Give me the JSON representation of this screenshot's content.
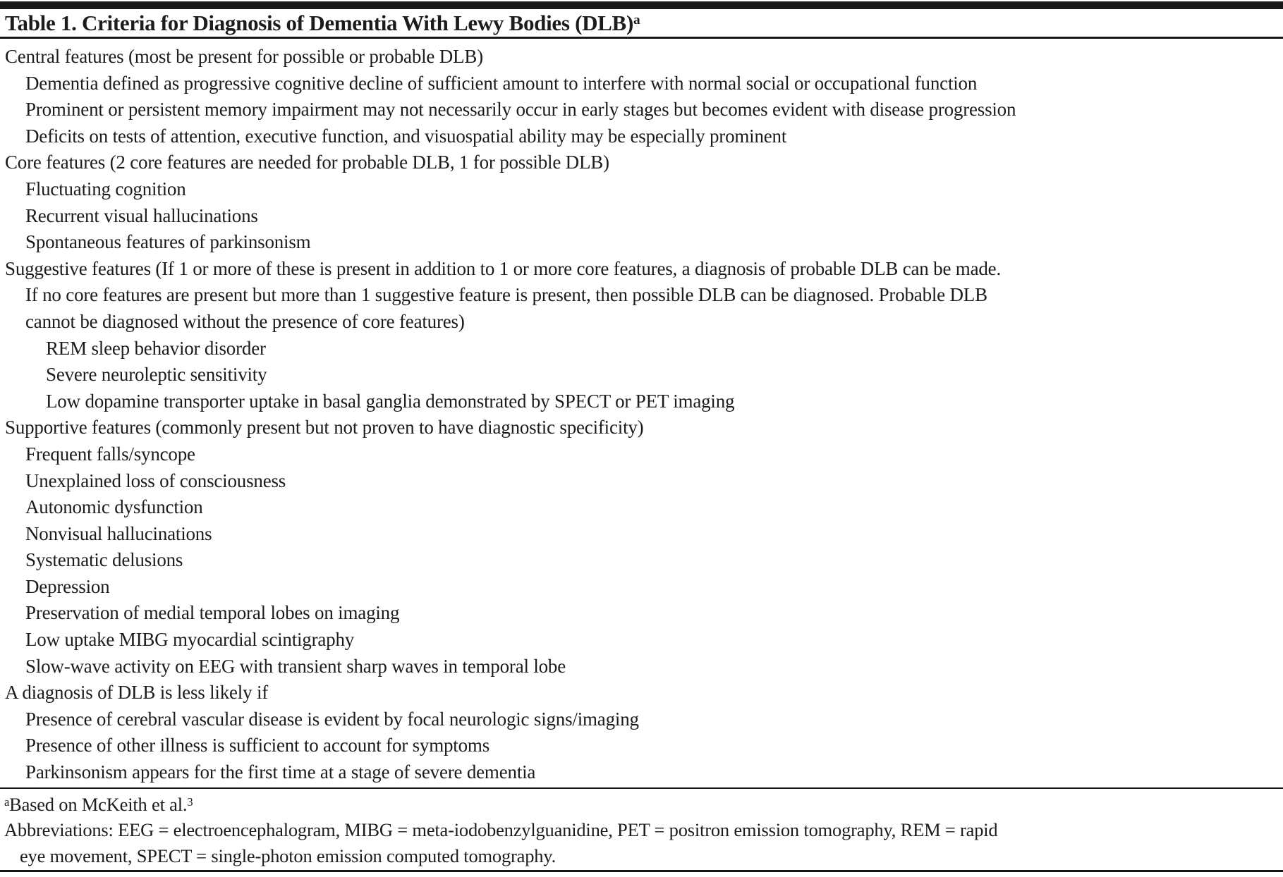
{
  "table": {
    "title": "Table 1. Criteria for Diagnosis of Dementia With Lewy Bodies (DLB)",
    "title_superscript": "a",
    "rows": [
      {
        "indent": 0,
        "text": "Central features (most be present for possible or probable DLB)"
      },
      {
        "indent": 1,
        "text": "Dementia defined as progressive cognitive decline of sufficient amount to interfere with normal social or occupational function"
      },
      {
        "indent": 1,
        "text": "Prominent or persistent memory impairment may not necessarily occur in early stages but becomes evident with disease progression"
      },
      {
        "indent": 1,
        "text": "Deficits on tests of attention, executive function, and visuospatial ability may be especially prominent"
      },
      {
        "indent": 0,
        "text": "Core features (2 core features are needed for probable DLB, 1 for possible DLB)"
      },
      {
        "indent": 1,
        "text": "Fluctuating cognition"
      },
      {
        "indent": 1,
        "text": "Recurrent visual hallucinations"
      },
      {
        "indent": 1,
        "text": "Spontaneous features of parkinsonism"
      },
      {
        "indent": 0,
        "text": "Suggestive features (If 1 or more of these is present in addition to 1 or more core features, a diagnosis of probable DLB can be made."
      },
      {
        "indent": 1,
        "text": "If no core features are present but more than 1 suggestive feature is present, then possible DLB can be diagnosed. Probable DLB"
      },
      {
        "indent": 1,
        "text": "cannot be diagnosed without the presence of core features)"
      },
      {
        "indent": 2,
        "text": "REM sleep behavior disorder"
      },
      {
        "indent": 2,
        "text": "Severe neuroleptic sensitivity"
      },
      {
        "indent": 2,
        "text": "Low dopamine transporter uptake in basal ganglia demonstrated by SPECT or PET imaging"
      },
      {
        "indent": 0,
        "text": "Supportive features (commonly present but not proven to have diagnostic specificity)"
      },
      {
        "indent": 1,
        "text": "Frequent falls/syncope"
      },
      {
        "indent": 1,
        "text": "Unexplained loss of consciousness"
      },
      {
        "indent": 1,
        "text": "Autonomic dysfunction"
      },
      {
        "indent": 1,
        "text": "Nonvisual hallucinations"
      },
      {
        "indent": 1,
        "text": "Systematic delusions"
      },
      {
        "indent": 1,
        "text": "Depression"
      },
      {
        "indent": 1,
        "text": "Preservation of medial temporal lobes on imaging"
      },
      {
        "indent": 1,
        "text": "Low uptake MIBG myocardial scintigraphy"
      },
      {
        "indent": 1,
        "text": "Slow-wave activity on EEG with transient sharp waves in temporal lobe"
      },
      {
        "indent": 0,
        "text": "A diagnosis of DLB is less likely if"
      },
      {
        "indent": 1,
        "text": "Presence of cerebral vascular disease is evident by focal neurologic signs/imaging"
      },
      {
        "indent": 1,
        "text": "Presence of other illness is sufficient to account for symptoms"
      },
      {
        "indent": 1,
        "text": "Parkinsonism appears for the first time at a stage of severe dementia"
      }
    ],
    "footnotes": {
      "note_marker": "a",
      "note_text": "Based on McKeith et al.",
      "note_ref_superscript": "3",
      "abbreviations_line1": "Abbreviations: EEG = electroencephalogram, MIBG = meta-iodobenzylguanidine, PET = positron emission tomography, REM = rapid",
      "abbreviations_line2": "eye movement, SPECT = single-photon emission computed tomography."
    },
    "colors": {
      "background": "#ffffff",
      "text": "#1c1c1c",
      "rule": "#161616"
    }
  }
}
